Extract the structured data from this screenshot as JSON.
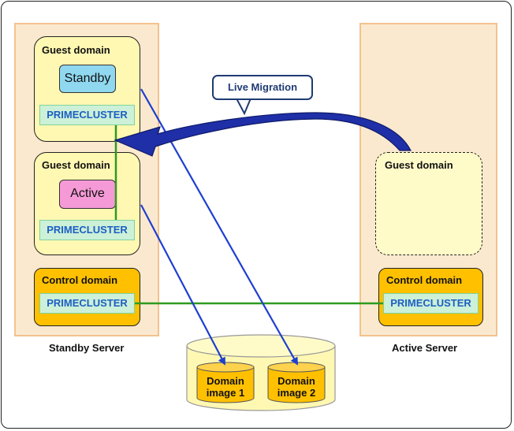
{
  "servers": {
    "left": {
      "caption": "Standby Server"
    },
    "right": {
      "caption": "Active Server"
    }
  },
  "guests": {
    "standby": {
      "title": "Guest domain",
      "state": "Standby",
      "cluster": "PRIMECLUSTER"
    },
    "active": {
      "title": "Guest domain",
      "state": "Active",
      "cluster": "PRIMECLUSTER"
    },
    "migrating": {
      "title": "Guest domain"
    }
  },
  "control": {
    "left": {
      "title": "Control domain",
      "cluster": "PRIMECLUSTER"
    },
    "right": {
      "title": "Control domain",
      "cluster": "PRIMECLUSTER"
    }
  },
  "migration": {
    "label": "Live Migration"
  },
  "storage": {
    "image1": [
      "Domain",
      "image 1"
    ],
    "image2": [
      "Domain",
      "image 2"
    ]
  },
  "colors": {
    "server_bg": "#fbe9cf",
    "guest_bg": "#fff8b3",
    "control_bg": "#ffc000",
    "cluster_bg": "#ccf0d8",
    "cluster_text": "#1c5fc4",
    "standby_fill": "#8fd8f0",
    "active_fill": "#f59ad6",
    "link_green": "#2e9a1f",
    "arrow_blue": "#1f3fcf",
    "migration_navy": "#1f3b73"
  }
}
